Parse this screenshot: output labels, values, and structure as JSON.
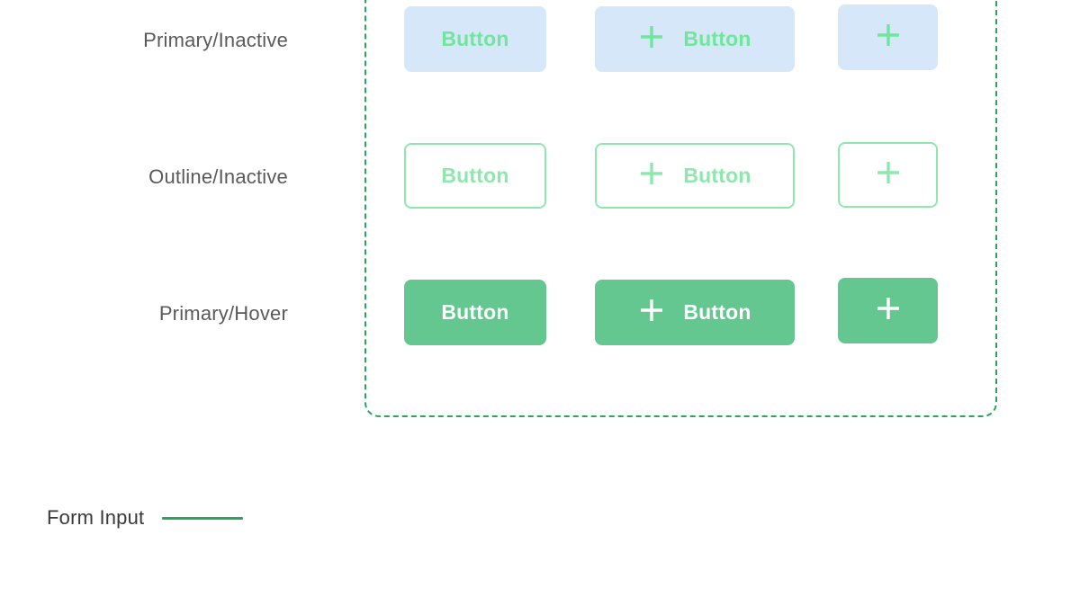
{
  "frame": {
    "border_color": "#2AA65C",
    "style": "dashed"
  },
  "rows": [
    {
      "label": "Primary/Inactive",
      "variant": "primary-inactive",
      "background": "#D6E7FA",
      "foreground": "#6EE79A",
      "buttons": [
        {
          "kind": "text",
          "label": "Button"
        },
        {
          "kind": "icon-text",
          "icon": "plus-icon",
          "label": "Button"
        },
        {
          "kind": "icon",
          "icon": "plus-icon",
          "label": ""
        }
      ]
    },
    {
      "label": "Outline/Inactive",
      "variant": "outline-inactive",
      "background": "#FFFFFF",
      "foreground": "#8EE8AE",
      "buttons": [
        {
          "kind": "text",
          "label": "Button"
        },
        {
          "kind": "icon-text",
          "icon": "plus-icon",
          "label": "Button"
        },
        {
          "kind": "icon",
          "icon": "plus-icon",
          "label": ""
        }
      ]
    },
    {
      "label": "Primary/Hover",
      "variant": "primary-hover",
      "background": "#63C78F",
      "foreground": "#FFFFFF",
      "buttons": [
        {
          "kind": "text",
          "label": "Button"
        },
        {
          "kind": "icon-text",
          "icon": "plus-icon",
          "label": "Button"
        },
        {
          "kind": "icon",
          "icon": "plus-icon",
          "label": ""
        }
      ]
    }
  ],
  "form_input": {
    "title": "Form Input",
    "rule_color": "#2AA65C"
  }
}
